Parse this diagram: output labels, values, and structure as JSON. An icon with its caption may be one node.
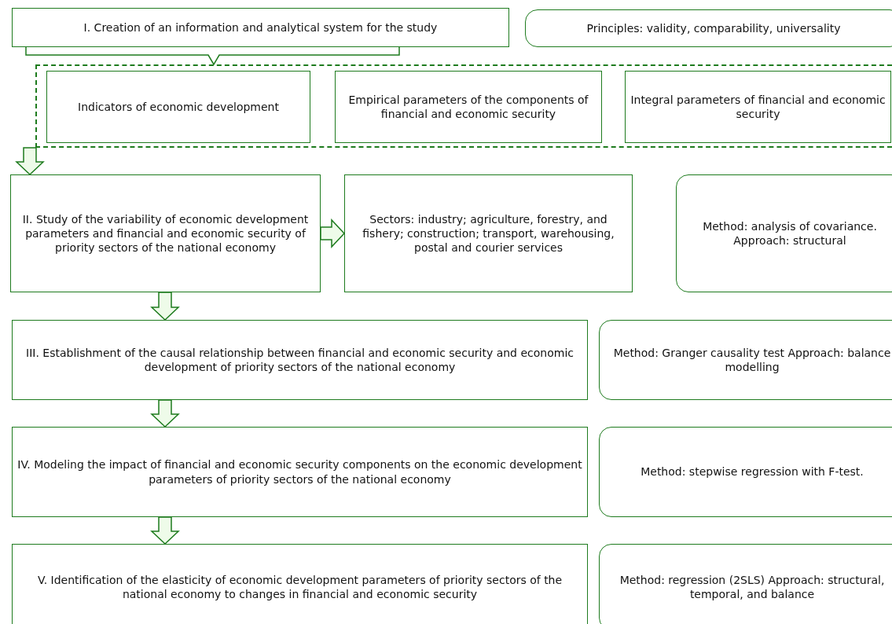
{
  "diagram": {
    "nodes": [
      {
        "text": [
          "I. Creation of an information and analytical system for the study"
        ]
      },
      {
        "text": [
          "Principles: validity, comparability, universality"
        ]
      },
      {
        "text": [],
        "shape": "box"
      },
      {
        "text": [
          "Indicators of economic development"
        ],
        "in": 2
      },
      {
        "text": [
          "Empirical parameters of the components of financial and economic security"
        ],
        "in": 2
      },
      {
        "text": [
          "Integral parameters of financial and economic security"
        ],
        "in": 2
      },
      {
        "text": [
          "II. Study of the variability of economic development parameters and financial and economic security of priority sectors of the national economy"
        ]
      },
      {
        "text": [
          "Sectors: industry; agriculture, forestry, and fishery; construction; transport, warehousing, postal and courier services"
        ]
      },
      {
        "text": [
          "Method: analysis of covariance. Approach: structural"
        ]
      },
      {
        "text": [
          "III. Establishment of the causal relationship between financial and economic security and economic development of priority sectors of the national economy"
        ]
      },
      {
        "text": [
          "Method: Granger causality test Approach: balance modelling"
        ]
      },
      {
        "text": [
          "IV. Modeling the impact of financial and economic security components on the economic development parameters of priority sectors of the national economy"
        ]
      },
      {
        "text": [
          "Method: stepwise regression with F-test."
        ]
      },
      {
        "text": [
          "V. Identification of the elasticity of economic development parameters of priority sectors of the national economy to changes in financial and economic security"
        ]
      },
      {
        "text": [
          "Method: regression (2SLS) Approach: structural, temporal, and balance"
        ]
      }
    ],
    "edges": [
      {
        "from": 2,
        "to": 6,
        "arrow": "to"
      },
      {
        "from": 6,
        "to": 7,
        "arrow": "to"
      },
      {
        "from": 6,
        "to": 9,
        "arrow": "to"
      },
      {
        "from": 9,
        "to": 11,
        "arrow": "to"
      },
      {
        "from": 11,
        "to": 13,
        "arrow": "to"
      }
    ]
  }
}
